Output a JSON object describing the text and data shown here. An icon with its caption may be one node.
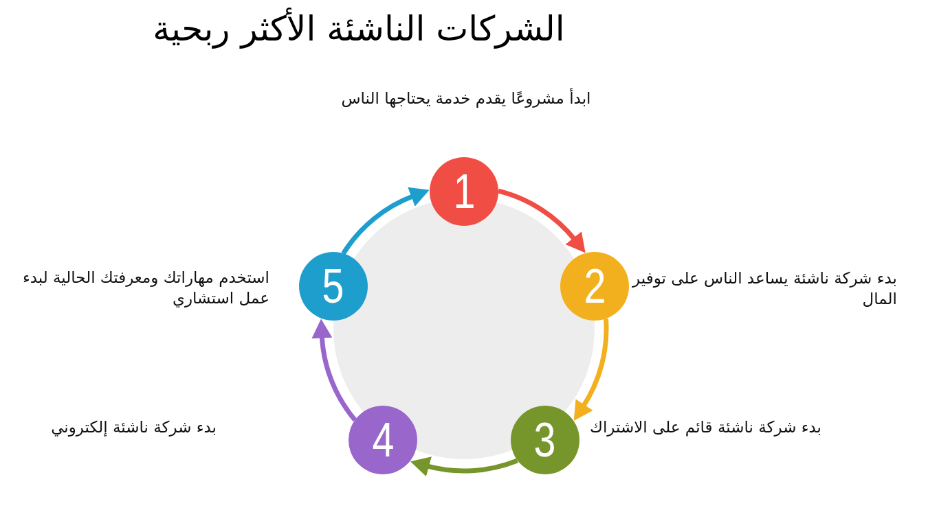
{
  "diagram": {
    "title": "الشركات الناشئة الأكثر ربحية",
    "nodes": [
      {
        "text": [
          "1"
        ],
        "beside": [
          "ابدأ مشروعًا يقدم خدمة يحتاجها الناس"
        ]
      },
      {
        "text": [
          "2"
        ],
        "beside": [
          "بدء شركة ناشئة يساعد الناس على توفير المال"
        ]
      },
      {
        "text": [
          "3"
        ],
        "beside": [
          "بدء شركة ناشئة قائم على الاشتراك"
        ]
      },
      {
        "text": [
          "4"
        ]
      },
      {
        "text": [
          "5"
        ],
        "beside": [
          "استخدم مهاراتك ومعرفتك الحالية لبدء عمل استشاري"
        ]
      }
    ],
    "edges": [
      {
        "from": 0,
        "to": 1,
        "arrow": "to",
        "color": "#f04e45"
      },
      {
        "from": 1,
        "to": 2,
        "arrow": "to",
        "color": "#f2b01e"
      },
      {
        "from": 2,
        "to": 3,
        "arrow": "to",
        "color": "#76962b"
      },
      {
        "from": 3,
        "to": 4,
        "arrow": "to",
        "color": "#9966cc"
      },
      {
        "from": 4,
        "to": 0,
        "arrow": "to",
        "color": "#1e9ecd"
      }
    ],
    "labels": [
      "بدء شركة ناشئة إلكتروني"
    ]
  }
}
